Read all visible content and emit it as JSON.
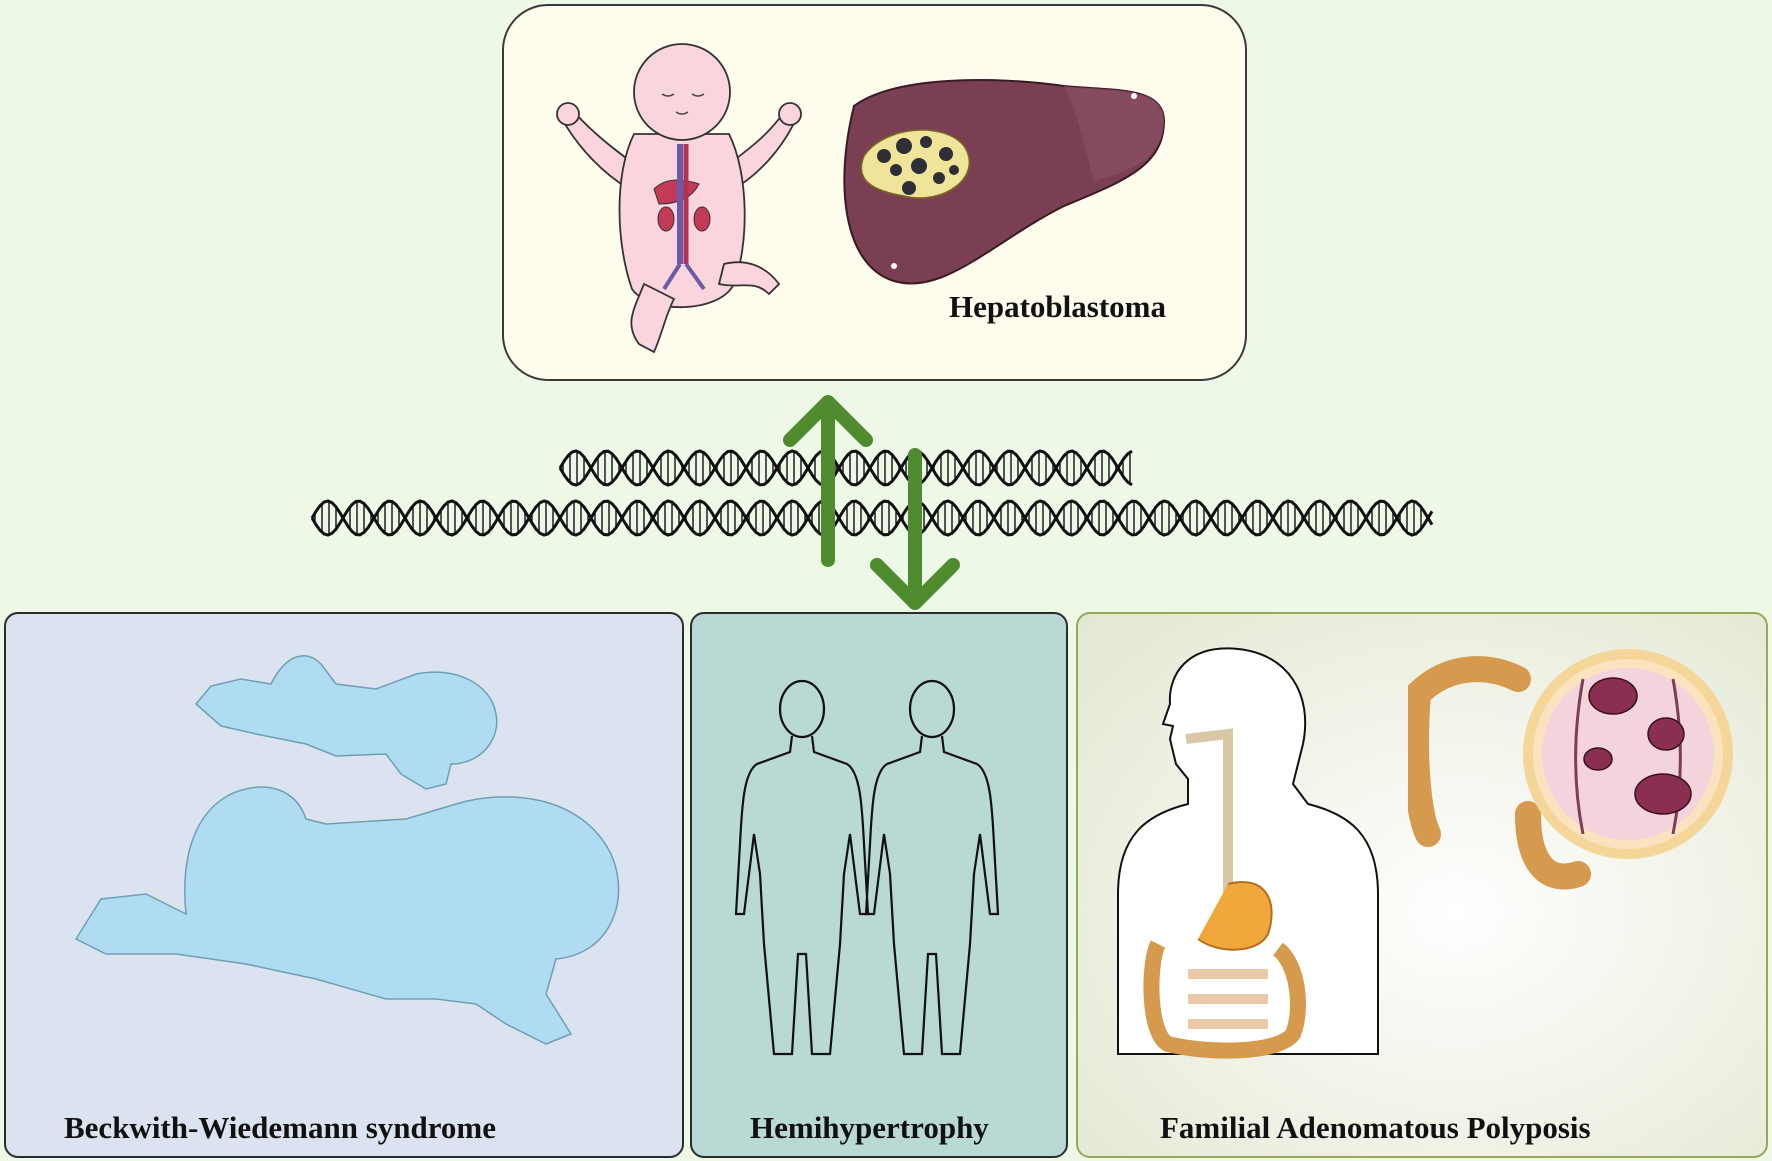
{
  "top": {
    "label": "Hepatoblastoma"
  },
  "conditions": [
    {
      "label": "Beckwith-Wiedemann syndrome"
    },
    {
      "label": "Hemihypertrophy"
    },
    {
      "label": "Familial Adenomatous Polyposis"
    }
  ],
  "colors": {
    "background": "#eef8e6",
    "arrow": "#4f8a2f",
    "liver": "#7a3f52",
    "tumor": "#f0e49a",
    "baby_skin": "#fad5dd",
    "silhouette": "#afdcf1",
    "colon": "#d59a4e",
    "polyp": "#8a2f52"
  },
  "icons": [
    "infant-icon",
    "liver-tumor-icon",
    "dna-helix-icon",
    "infant-silhouette-icon",
    "human-outline-icon",
    "digestive-system-icon",
    "colon-polyp-magnifier-icon"
  ]
}
